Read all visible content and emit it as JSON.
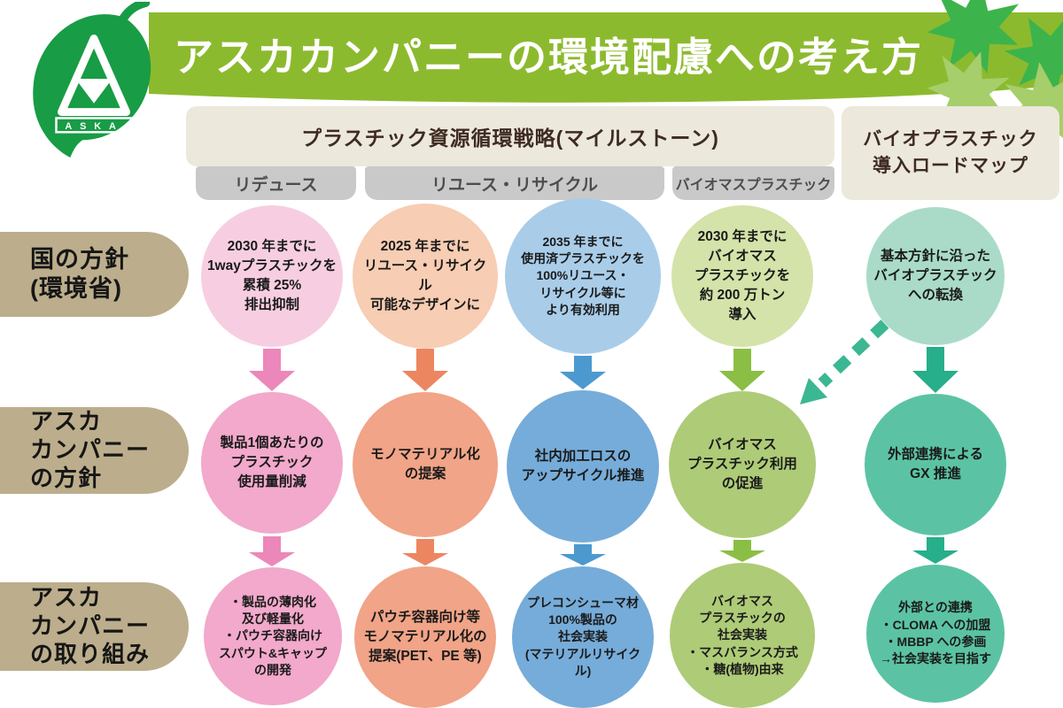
{
  "header": {
    "title": "アスカカンパニーの環境配慮への考え方",
    "logo_text": "ASKA"
  },
  "panels": {
    "strategy": {
      "label": "プラスチック資源循環戦略(マイルストーン)"
    },
    "roadmap": {
      "label": "バイオプラスチック\n導入ロードマップ"
    }
  },
  "tabs": [
    {
      "label": "リデュース"
    },
    {
      "label": "リユース・リサイクル"
    },
    {
      "label": "バイオマスプラスチック"
    }
  ],
  "row_labels": [
    {
      "label": "国の方針\n(環境省)"
    },
    {
      "label": "アスカ\nカンパニー\nの方針"
    },
    {
      "label": "アスカ\nカンパニー\nの取り組み"
    }
  ],
  "columns": [
    {
      "id": "reduce",
      "circles": [
        "2030 年までに\n1wayプラスチックを\n累積 25%\n排出抑制",
        "製品1個あたりの\nプラスチック\n使用量削減",
        "・製品の薄肉化\n及び軽量化\n・パウチ容器向け\nスパウト&キャップ\nの開発"
      ]
    },
    {
      "id": "reuse-recycle",
      "circles": [
        "2025 年までに\nリユース・リサイクル\n可能なデザインに",
        "モノマテリアル化\nの提案",
        "パウチ容器向け等\nモノマテリアル化の\n提案(PET、PE 等)"
      ]
    },
    {
      "id": "upcycle",
      "circles": [
        "2035 年までに\n使用済プラスチックを\n100%リユース・\nリサイクル等に\nより有効利用",
        "社内加工ロスの\nアップサイクル推進",
        "プレコンシューマ材\n100%製品の\n社会実装\n(マテリアルリサイクル)"
      ]
    },
    {
      "id": "biomass",
      "circles": [
        "2030 年までに\nバイオマス\nプラスチックを\n約 200 万トン\n導入",
        "バイオマス\nプラスチック利用\nの促進",
        "バイオマス\nプラスチックの\n社会実装\n・マスバランス方式\n・糖(植物)由来"
      ]
    },
    {
      "id": "bioplastic-roadmap",
      "circles": [
        "基本方針に沿った\nバイオプラスチック\nへの転換",
        "外部連携による\nGX 推進",
        "外部との連携\n・CLOMA への加盟\n・MBBP への参画\n→社会実装を目指す"
      ]
    }
  ],
  "colors": {
    "banner_green": "#8CBA2E",
    "logo_leaf_green": "#189C45",
    "deco_leaf_dark": "#3CB44B",
    "deco_leaf_light": "#A6CE6B",
    "panel_bg": "#EDE8DC",
    "panel_text": "#3E2B22",
    "tab_bg": "#C9C9C9",
    "tab_text": "#4D4D4D",
    "row_label_bg": "#BCAE8C",
    "pink_light": "#F7CEE1",
    "pink_dark": "#F2A9CB",
    "pink_arrow": "#EC87B9",
    "salmon_light": "#F7CDB3",
    "salmon_dark": "#F1A487",
    "salmon_arrow": "#EC8660",
    "blue_light": "#A9CDE9",
    "blue_dark": "#76ACD9",
    "blue_arrow": "#4C99CF",
    "green_light": "#D4E3A9",
    "green_dark": "#AECB77",
    "green_arrow": "#8BBE45",
    "teal_light": "#A9DBC8",
    "teal_dark": "#5BC3A3",
    "teal_arrow": "#27AE8A",
    "dashed_arrow": "#3BB793"
  }
}
